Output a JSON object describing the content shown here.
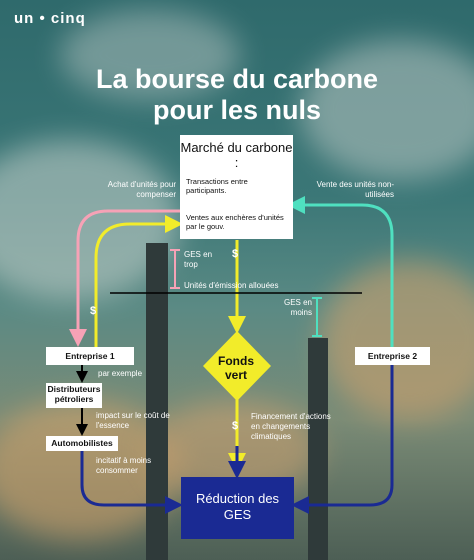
{
  "logo": "un • cinq",
  "title_line1": "La bourse du carbone",
  "title_line2": "pour les nuls",
  "market": {
    "title": "Marché du carbone :",
    "item1": "Transactions entre participants.",
    "item2": "Ventes aux enchères d'unités par le gouv."
  },
  "labels": {
    "buy": "Achat d'unités pour compenser",
    "sell": "Vente des unités non-utilisées",
    "ges_trop": "GES en trop",
    "ges_moins": "GES en moins",
    "allocated": "Unités d'émission allouées",
    "example": "par exemple",
    "impact": "impact sur le coût de l'essence",
    "incitatif": "incitatif à moins consommer",
    "financement": "Financement d'actions en changements climatiques"
  },
  "nodes": {
    "ent1": "Entreprise 1",
    "ent2": "Entreprise 2",
    "distrib": "Distributeurs pétroliers",
    "auto": "Automobilistes",
    "fonds": "Fonds vert",
    "reduction": "Réduction des GES"
  },
  "dollar": "$",
  "colors": {
    "pink": "#f6a2b6",
    "yellow": "#f2ec2a",
    "teal": "#4fe0c0",
    "navy": "#1a2a93",
    "white": "#ffffff",
    "black": "#000000"
  }
}
